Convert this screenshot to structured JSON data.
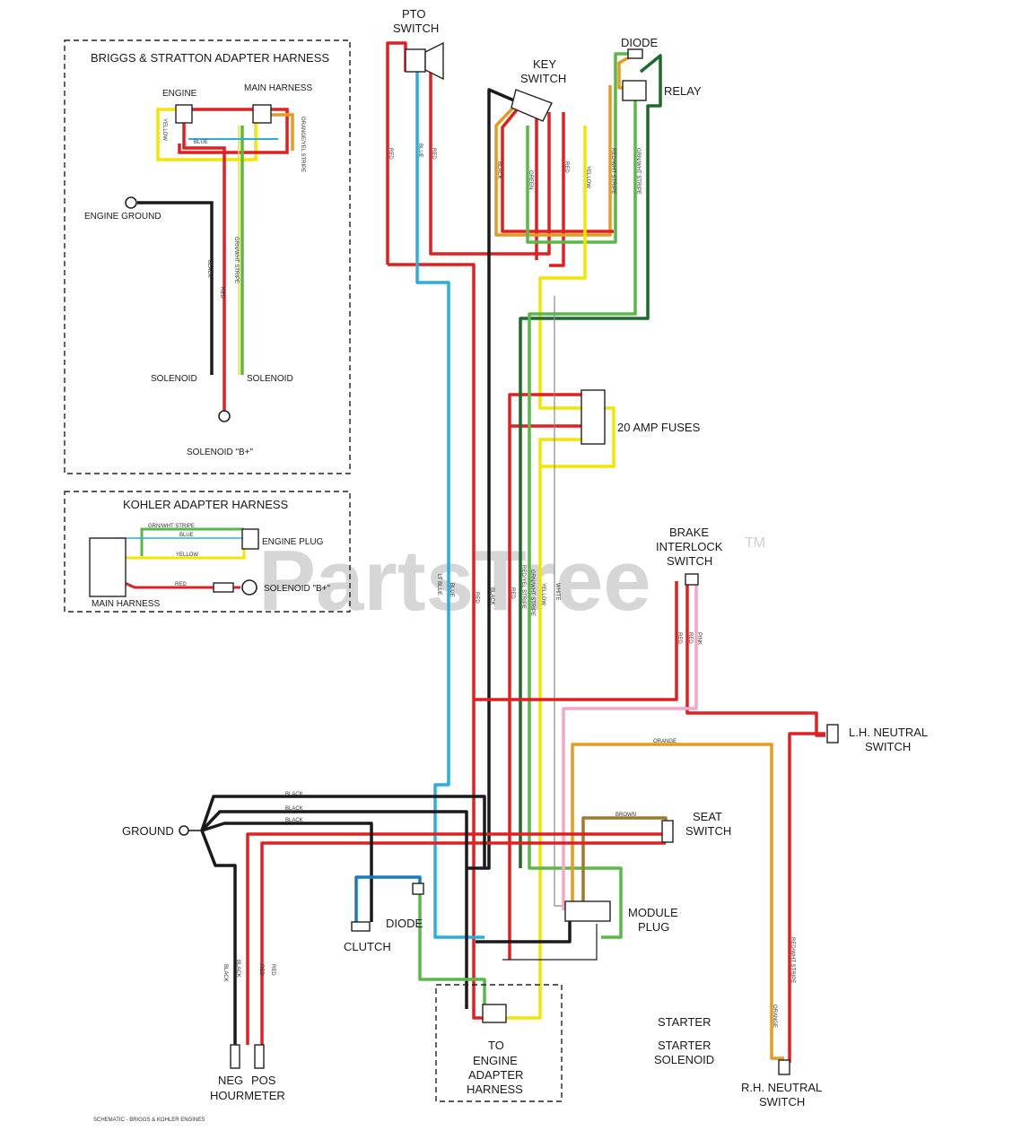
{
  "watermark": {
    "brand": "PartsTree",
    "trademark": "TM"
  },
  "briggs_panel": {
    "title": "BRIGGS & STRATTON ADAPTER HARNESS",
    "engine": "ENGINE",
    "main_harness": "MAIN HARNESS",
    "engine_ground": "ENGINE GROUND",
    "solenoid_left": "SOLENOID",
    "solenoid_right": "SOLENOID",
    "solenoid_b": "SOLENOID \"B+\"",
    "wire_yellow": "YELLOW",
    "wire_blue": "BLUE",
    "wire_black": "BLACK",
    "wire_red": "RED",
    "wire_grn_wht": "GRN/WHT STRIPE",
    "wire_orange": "ORANGE/YEL STRIPE"
  },
  "kohler_panel": {
    "title": "KOHLER ADAPTER HARNESS",
    "engine_plug": "ENGINE PLUG",
    "solenoid_b": "SOLENOID \"B+\"",
    "main_harness": "MAIN HARNESS",
    "wire_grn_wht": "GRN/WHT STRIPE",
    "wire_blue": "BLUE",
    "wire_yellow": "YELLOW",
    "wire_red": "RED"
  },
  "components": {
    "pto_switch": [
      "PTO",
      "SWITCH"
    ],
    "key_switch": [
      "KEY",
      "SWITCH"
    ],
    "diode_top": "DIODE",
    "relay": "RELAY",
    "fuses": "20 AMP FUSES",
    "brake_interlock": [
      "BRAKE",
      "INTERLOCK",
      "SWITCH"
    ],
    "lh_neutral": [
      "L.H. NEUTRAL",
      "SWITCH"
    ],
    "seat_switch": [
      "SEAT",
      "SWITCH"
    ],
    "module_plug": [
      "MODULE",
      "PLUG"
    ],
    "ground": "GROUND",
    "clutch": "CLUTCH",
    "diode_lower": "DIODE",
    "starter": "STARTER",
    "starter_solenoid": [
      "STARTER",
      "SOLENOID"
    ],
    "to_engine": [
      "TO",
      "ENGINE",
      "ADAPTER",
      "HARNESS"
    ],
    "hourmeter": "HOURMETER",
    "neg": "NEG",
    "pos": "POS",
    "rh_neutral": [
      "R.H. NEUTRAL",
      "SWITCH"
    ]
  },
  "wire_labels": {
    "red": "RED",
    "blue": "BLUE",
    "black": "BLACK",
    "yellow": "YELLOW",
    "white": "WHITE",
    "green": "GREEN",
    "orange": "ORANGE",
    "brown": "BROWN",
    "pink": "PINK",
    "grn_wht": "GRN/WHT STRIPE",
    "red_wht": "RED/WHT STRIPE",
    "lt_blue": "LT BLUE",
    "red_yel": "RED/YEL STRIPE"
  },
  "footer_note": "SCHEMATIC - BRIGGS & KOHLER ENGINES",
  "colors": {
    "red": "#e02020",
    "blue": "#2aaee0",
    "dark_blue": "#1a7cc0",
    "black": "#1a1a1a",
    "yellow": "#f2e600",
    "green": "#5ab848",
    "dark_green": "#1d6b2a",
    "orange": "#e69a22",
    "brown": "#a07830",
    "pink": "#f4a6c6",
    "grey": "#9a9a9a"
  }
}
